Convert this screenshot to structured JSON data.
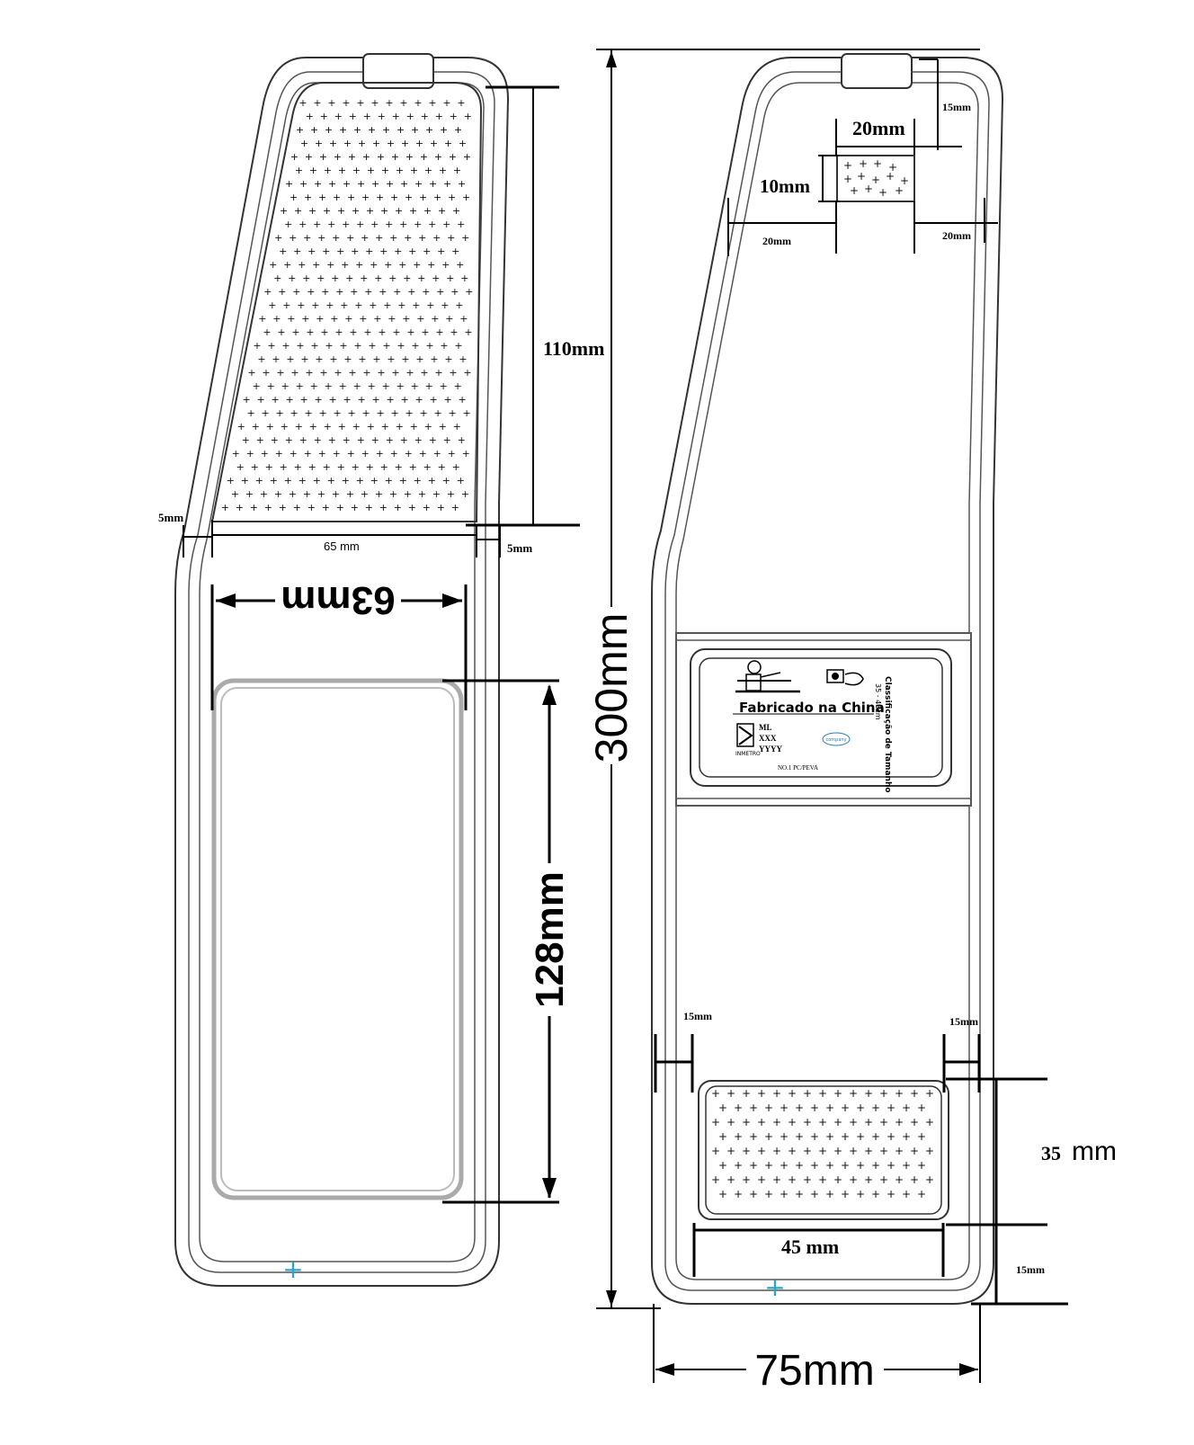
{
  "dimensions": {
    "left_110": "110mm",
    "left_5_left": "5mm",
    "left_5_right": "5mm",
    "left_65": "65 mm",
    "left_63_mirrored": "63mm",
    "left_128": "128mm",
    "overall_height": "300mm",
    "top_15": "15mm",
    "top_20": "20mm",
    "top_10": "10mm",
    "side_20_left": "20mm",
    "side_20_right": "20mm",
    "bottom_15_left": "15mm",
    "bottom_15_right": "15mm",
    "bottom_35": "35",
    "bottom_35_unit": "mm",
    "bottom_45": "45 mm",
    "bottom_15_low": "15mm",
    "overall_width": "75mm"
  },
  "label": {
    "heading": "Fabricado na China",
    "rotated": "Classificação de Tamanho",
    "size_range": "35 - 45cm",
    "line1": "ML",
    "line2": "XXX",
    "line3": "YYYY",
    "small": "NO.1 PC/PEVA",
    "brand": "INMETRO",
    "badge": "company"
  },
  "colors": {
    "outline": "#333333",
    "dimension": "#000000",
    "window_frame": "#aaaaaa",
    "center_mark": "#2aa6c9"
  }
}
